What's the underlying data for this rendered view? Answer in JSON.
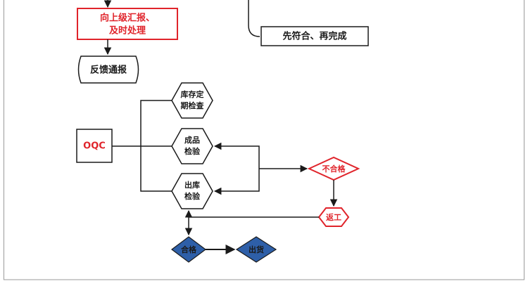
{
  "colors": {
    "line": "#1a1a1a",
    "accent_red": "#e0242b",
    "accent_blue": "#2e5fa8",
    "frame": "#9a9a9a"
  },
  "top": {
    "report_up_line1": "向上级汇报、",
    "report_up_line2": "及时处理",
    "feedback": "反馈通报",
    "comply_then_finish": "先符合、再完成"
  },
  "qc": {
    "oqc": "OQC",
    "stock_check_line1": "库存定",
    "stock_check_line2": "期检查",
    "finished_check_line1": "成品",
    "finished_check_line2": "检验",
    "outbound_check_line1": "出库",
    "outbound_check_line2": "检验",
    "nonconforming": "不合格",
    "rework": "返工",
    "pass": "合格",
    "ship": "出货"
  }
}
